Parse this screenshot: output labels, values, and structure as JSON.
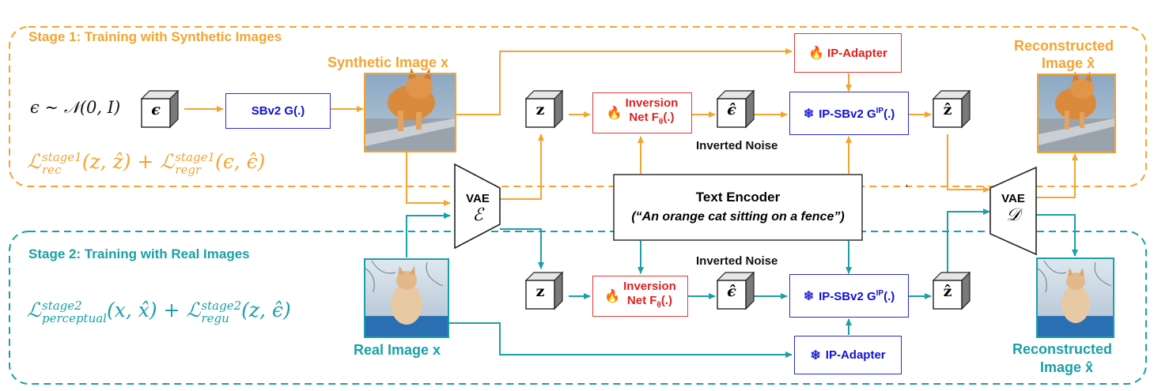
{
  "stage1": {
    "title": "Stage 1: Training with Synthetic Images",
    "noise_prior": "ϵ ∼ 𝒩(0, I)",
    "noise_symbol": "ϵ",
    "generator": "SBv2 G(.)",
    "synthetic_image_label": "Synthetic Image x",
    "reconstructed_label_line1": "Reconstructed",
    "reconstructed_label_line2": "Image x̂",
    "loss": {
      "L1": "ℒ",
      "sup1": "stage1",
      "sub1": "rec",
      "args1": "(z, ẑ) + ",
      "L2": "ℒ",
      "sup2": "stage1",
      "sub2": "regr",
      "args2": "(ϵ, ϵ̂)"
    },
    "ip_adapter": "IP-Adapter",
    "inversion_line1": "Inversion",
    "inversion_line2": "Net F",
    "inversion_sub": "θ",
    "inversion_tail": "(.)",
    "ip_sbv2": "IP-SBv2 G",
    "ip_sbv2_sup": "IP",
    "ip_sbv2_tail": "(.)",
    "inverted_noise": "Inverted Noise"
  },
  "stage2": {
    "title": "Stage 2: Training with Real Images",
    "real_image_label": "Real Image x",
    "reconstructed_label_line1": "Reconstructed",
    "reconstructed_label_line2": "Image x̂",
    "loss": {
      "L1": "ℒ",
      "sup1": "stage2",
      "sub1": "perceptual",
      "args1": "(x, x̂) + ",
      "L2": "ℒ",
      "sup2": "stage2",
      "sub2": "regu",
      "args2": "(z, ϵ̂)"
    },
    "ip_adapter": "IP-Adapter",
    "inversion_line1": "Inversion",
    "inversion_line2": "Net F",
    "inversion_sub": "θ",
    "inversion_tail": "(.)",
    "ip_sbv2": "IP-SBv2 G",
    "ip_sbv2_sup": "IP",
    "ip_sbv2_tail": "(.)",
    "inverted_noise": "Inverted Noise"
  },
  "shared": {
    "vae_encoder_label": "VAE",
    "vae_encoder_symbol": "ℰ",
    "vae_decoder_label": "VAE",
    "vae_decoder_symbol": "𝒟",
    "text_encoder_title": "Text Encoder",
    "text_encoder_prompt": "(“An orange cat sitting on a fence”)",
    "latent_z": "z",
    "latent_z_hat": "ẑ",
    "eps_hat": "ϵ̂",
    "stray_mark": "‘"
  },
  "colors": {
    "stage1": "#f5a431",
    "stage2": "#1aa0a6",
    "blue_box": "#2a2ad6",
    "red_box": "#e53935"
  },
  "icons": {
    "trainable": "flame-icon",
    "frozen": "snowflake-icon"
  }
}
